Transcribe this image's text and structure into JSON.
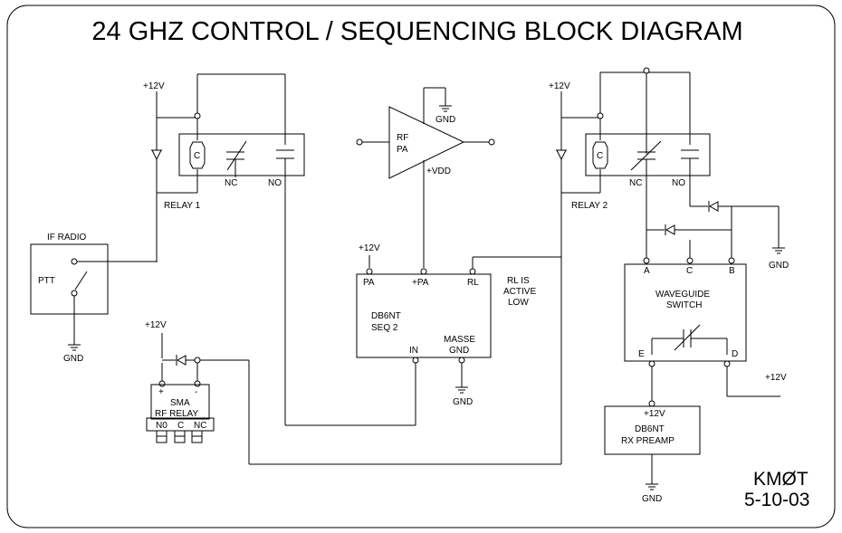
{
  "title": "24 GHZ CONTROL / SEQUENCING BLOCK DIAGRAM",
  "signature": {
    "callsign": "KMØT",
    "date": "5-10-03"
  },
  "labels": {
    "v12": "+12V",
    "gnd": "GND",
    "c": "C",
    "nc": "NC",
    "no": "NO",
    "relay1": "RELAY 1",
    "relay2": "RELAY 2",
    "if_radio": "IF RADIO",
    "ptt": "PTT",
    "rf": "RF",
    "pa": "PA",
    "vdd": "+VDD",
    "seq_pa": "PA",
    "seq_ppa": "+PA",
    "seq_rl": "RL",
    "seq_name1": "DB6NT",
    "seq_name2": "SEQ 2",
    "seq_in": "IN",
    "seq_masse": "MASSE",
    "seq_gnd": "GND",
    "rl_note1": "RL IS",
    "rl_note2": "ACTIVE",
    "rl_note3": "LOW",
    "sma_plus": "+",
    "sma_minus": "-",
    "sma_1": "SMA",
    "sma_2": "RF RELAY",
    "sma_no": "N0",
    "sma_c": "C",
    "sma_nc": "NC",
    "wg_1": "WAVEGUIDE",
    "wg_2": "SWITCH",
    "wg_a": "A",
    "wg_b": "B",
    "wg_c": "C",
    "wg_d": "D",
    "wg_e": "E",
    "pre_1": "DB6NT",
    "pre_2": "RX PREAMP"
  }
}
